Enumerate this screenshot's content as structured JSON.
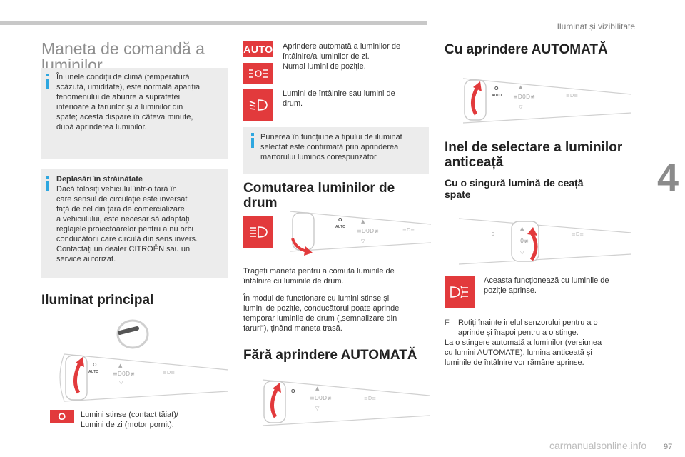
{
  "header": {
    "section": "Iluminat și vizibilitate",
    "chapter": "4",
    "page": "97"
  },
  "col1": {
    "title_line1": "Maneta de comandă a",
    "title_line2": "luminilor",
    "note1": [
      "În unele condiții de climă (temperatură",
      "scăzută, umiditate), este normală apariția",
      "fenomenului de aburire a suprafeței",
      "interioare a farurilor și a luminilor din",
      "spate; acesta dispare în câteva minute,",
      "după aprinderea luminilor."
    ],
    "note2_title": "Deplasări în străinătate",
    "note2": [
      "Dacă folosiți vehiculul într-o țară în",
      "care sensul de circulație este inversat",
      "față de cel din țara de comercializare",
      "a vehiculului, este necesar să adaptați",
      "reglajele proiectoarelor pentru a nu orbi",
      "conducătorii care circulă din sens invers.",
      "Contactați un dealer CITROËN sau un",
      "service autorizat."
    ],
    "section_title": "Iluminat principal",
    "off_icon_label": "O",
    "off_text_line1": "Lumini stinse (contact tăiat)/",
    "off_text_line2": "Lumini de zi (motor pornit)."
  },
  "col2": {
    "auto_label": "AUTO",
    "auto_text": [
      "Aprindere automată a luminilor de",
      "întâlnire/a luminilor de zi."
    ],
    "position_text": "Numai lumini de poziție.",
    "lowbeam_text": [
      "Lumini de întâlnire sau lumini de",
      "drum."
    ],
    "note": [
      "Punerea în funcțiune a tipului de iluminat",
      "selectat este confirmată prin aprinderea",
      "martorului luminos corespunzător."
    ],
    "section_title_line1": "Comutarea luminilor de",
    "section_title_line2": "drum",
    "pull_text": [
      "Trageți maneta pentru a comuta luminile de",
      "întâlnire cu luminile de drum."
    ],
    "flash_text": [
      "În modul de funcționare cu lumini stinse și",
      "lumini de poziție, conducătorul poate aprinde",
      "temporar luminile de drum („semnalizare din",
      "faruri”), ținând maneta trasă."
    ],
    "section2_title": "Fără aprindere AUTOMATĂ"
  },
  "col3": {
    "section_title": "Cu aprindere AUTOMATĂ",
    "fog_title_line1": "Inel de selectare a luminilor",
    "fog_title_line2": "anticeață",
    "fog_sub_line1": "Cu o singură lumină de ceață",
    "fog_sub_line2": "spate",
    "fog_text": [
      "Aceasta funcționează cu luminile de",
      "poziție aprinse."
    ],
    "bullet": "F",
    "step_text": [
      "Rotiți înainte inelul senzorului pentru a o",
      "aprinde și înapoi pentru a o stinge.",
      "La o stingere automată a luminilor (versiunea",
      "cu lumini AUTOMATE), lumina anticeață și",
      "luminile de întâlnire vor rămâne aprinse."
    ]
  },
  "stalk_labels": {
    "off": "O",
    "auto": "AUTO"
  },
  "footer": "carmanualsonline.info",
  "colors": {
    "accent_red": "#e23a3c",
    "info_blue": "#2ea7e0",
    "box_grey": "#ececec",
    "title_grey": "#8e8e8e"
  }
}
